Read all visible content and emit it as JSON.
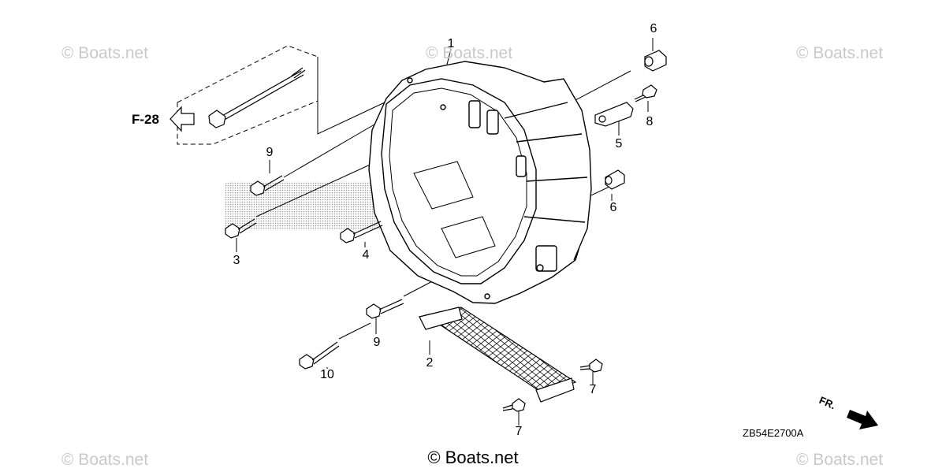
{
  "watermarks": [
    "© Boats.net",
    "© Boats.net",
    "© Boats.net",
    "© Boats.net",
    "© Boats.net"
  ],
  "copyright": "© Boats.net",
  "reference_arrow": {
    "label": "F-28",
    "icon": "outline-arrow-left-icon"
  },
  "callouts": [
    "1",
    "2",
    "3",
    "4",
    "5",
    "6",
    "6",
    "7",
    "7",
    "8",
    "9",
    "9",
    "10"
  ],
  "diagram_code": "ZB54E2700A",
  "front_indicator": {
    "label": "FR.",
    "icon": "solid-arrow-icon"
  },
  "colors": {
    "line": "#000000",
    "watermark": "#c9c9c9",
    "background": "#ffffff",
    "logo_dots": "#8a8a8a"
  }
}
